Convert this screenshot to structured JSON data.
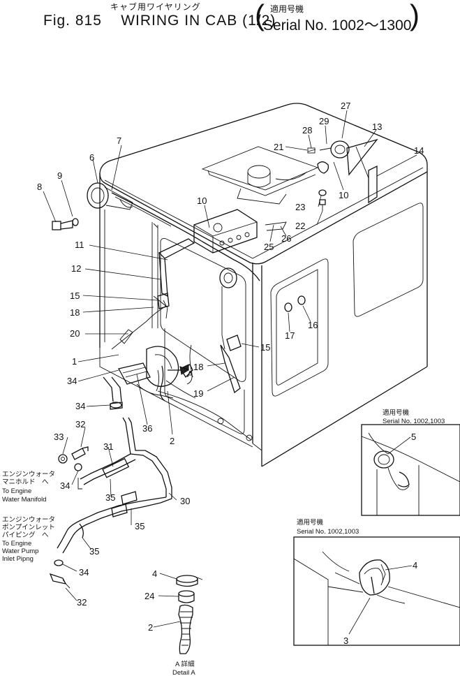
{
  "header": {
    "jp_title": "キャブ用ワイヤリング",
    "fig_number": "Fig. 815",
    "title": "WIRING IN CAB (1/2)",
    "serial_jp": "適用号機",
    "serial_text": "Serial No. 1002～1300"
  },
  "notes": {
    "manifold_jp1": "エンジンウォータ",
    "manifold_jp2": "マニホルド　へ",
    "manifold_en1": "To Engine",
    "manifold_en2": "Water Manifold",
    "pump_jp1": "エンジンウォータ",
    "pump_jp2": "ポンプインレット",
    "pump_jp3": "パイピング　へ",
    "pump_en1": "To Engine",
    "pump_en2": "Water Pump",
    "pump_en3": "Inlet Pipng",
    "inset1_jp": "適用号機",
    "inset1_serial": "Serial No. 1002,1003",
    "inset2_jp": "適用号機",
    "inset2_serial": "Serial No. 1002,1003",
    "detail_jp": "A 詳細",
    "detail_en": "Detail A",
    "view_arrow": "A"
  },
  "callouts": {
    "c1": "1",
    "c2a": "2",
    "c2b": "2",
    "c3": "3",
    "c4a": "4",
    "c4b": "4",
    "c5": "5",
    "c6": "6",
    "c7": "7",
    "c8": "8",
    "c9": "9",
    "c10a": "10",
    "c10b": "10",
    "c11": "11",
    "c12": "12",
    "c13": "13",
    "c14": "14",
    "c15a": "15",
    "c15b": "15",
    "c16": "16",
    "c17": "17",
    "c18a": "18",
    "c18b": "18",
    "c19": "19",
    "c20": "20",
    "c21": "21",
    "c22": "22",
    "c23": "23",
    "c24": "24",
    "c25": "25",
    "c26": "26",
    "c27": "27",
    "c28": "28",
    "c29": "29",
    "c30": "30",
    "c31": "31",
    "c32a": "32",
    "c32b": "32",
    "c33": "33",
    "c34a": "34",
    "c34b": "34",
    "c34c": "34",
    "c34d": "34",
    "c35a": "35",
    "c35b": "35",
    "c35c": "35",
    "c36": "36"
  }
}
